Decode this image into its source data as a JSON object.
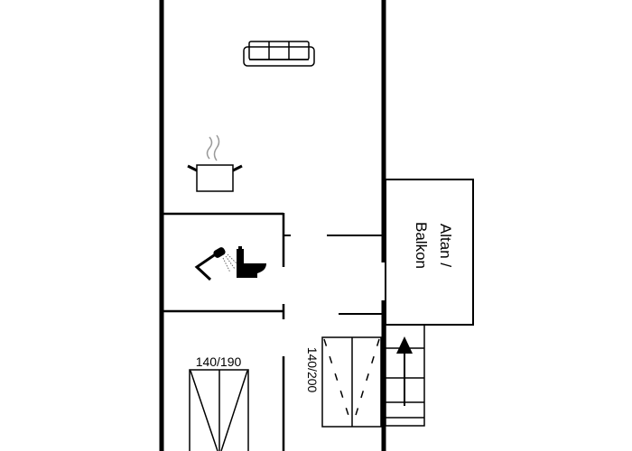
{
  "labels": {
    "balcony_line1": "Altan /",
    "balcony_line2": "Balkon",
    "bed1_size": "140/190",
    "bed2_size": "140/200"
  },
  "icons": [
    "sofa-icon",
    "cooking-pot-icon",
    "shower-icon",
    "toilet-icon",
    "stairs-up-arrow-icon",
    "double-bed-icon"
  ],
  "colors": {
    "line": "#000000",
    "background": "#ffffff"
  }
}
